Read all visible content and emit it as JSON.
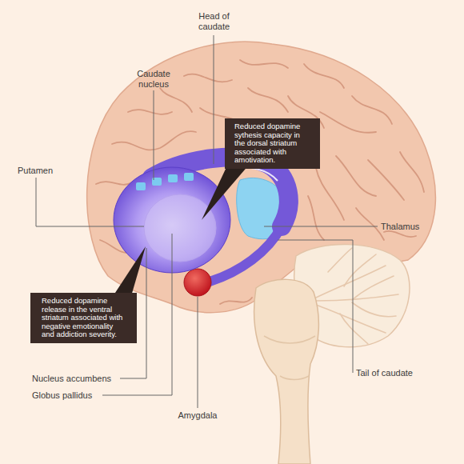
{
  "diagram": {
    "nodes": [
      {
        "text": [
          "Reduced dopamine sythesis capacity in the dorsal striatum associated with amotivation."
        ]
      },
      {
        "text": [
          "Reduced dopamine release in the ventral striatum associated with negative emotionality and addiction severity."
        ]
      }
    ],
    "labels": [
      "Head of caudate",
      "Caudate nucleus",
      "Putamen",
      "Thalamus",
      "Nucleus accumbens",
      "Globus pallidus",
      "Amygdala",
      "Tail of caudate"
    ]
  }
}
